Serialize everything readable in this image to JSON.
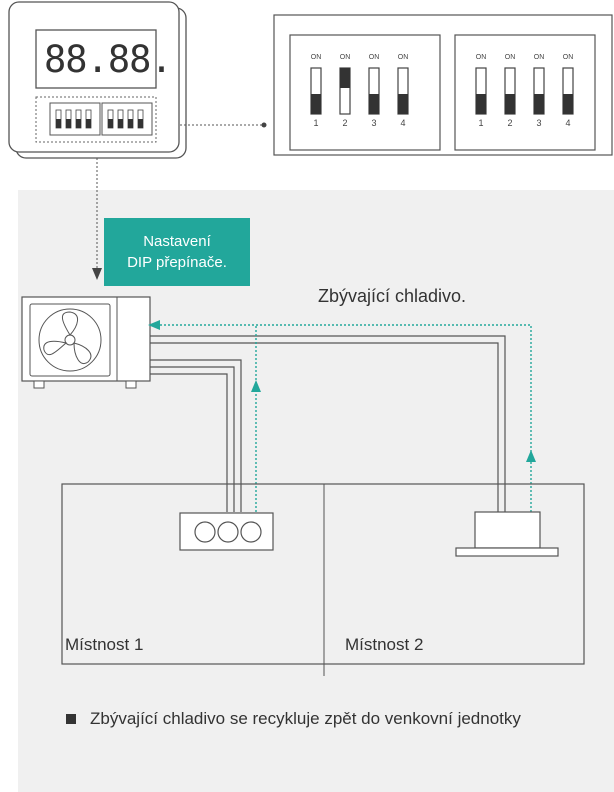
{
  "display": {
    "digits": "88.88."
  },
  "switch_blocks": [
    {
      "switches": [
        {
          "on_label": "ON",
          "number": "1",
          "state": "off"
        },
        {
          "on_label": "ON",
          "number": "2",
          "state": "on"
        },
        {
          "on_label": "ON",
          "number": "3",
          "state": "off"
        },
        {
          "on_label": "ON",
          "number": "4",
          "state": "off"
        }
      ]
    },
    {
      "switches": [
        {
          "on_label": "ON",
          "number": "1",
          "state": "off"
        },
        {
          "on_label": "ON",
          "number": "2",
          "state": "off"
        },
        {
          "on_label": "ON",
          "number": "3",
          "state": "off"
        },
        {
          "on_label": "ON",
          "number": "4",
          "state": "off"
        }
      ]
    }
  ],
  "dip_label": {
    "line1": "Nastavení",
    "line2": "DIP přepínače."
  },
  "remaining_refrigerant": "Zbývající chladivo.",
  "rooms": {
    "room1": "Místnost 1",
    "room2": "Místnost 2"
  },
  "note": "Zbývající chladivo se recykluje zpět do venkovní jednotky",
  "colors": {
    "accent": "#22a79b",
    "panel_bg": "#f0f0f0",
    "line": "#444444"
  },
  "icons": [
    "fan-icon",
    "arrow-up-icon",
    "arrow-left-icon",
    "arrow-down-icon"
  ]
}
